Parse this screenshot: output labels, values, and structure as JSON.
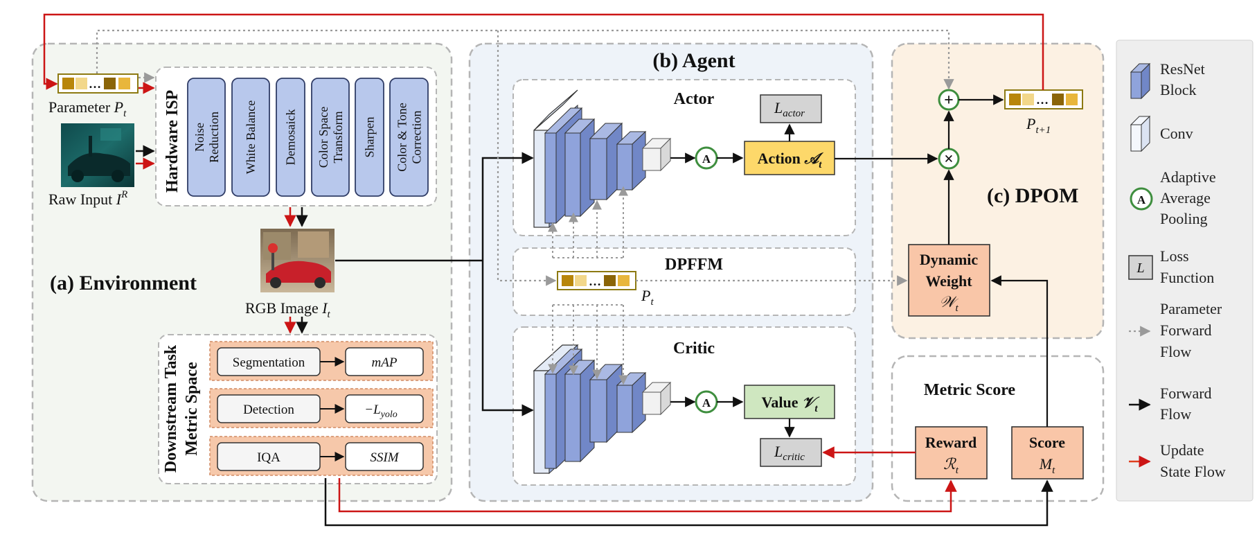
{
  "environment": {
    "title": "(a) Environment",
    "parameter_label": "Parameter ",
    "parameter_symbol": "P",
    "parameter_sub": "t",
    "raw_input_label": "Raw Input ",
    "raw_input_symbol": "I",
    "raw_input_sup": "R",
    "hardware_isp_label": "Hardware ISP",
    "isp_stages": [
      [
        "Noise",
        "Reduction"
      ],
      [
        "White Balance"
      ],
      [
        "Demosaick"
      ],
      [
        "Color Space",
        "Transform"
      ],
      [
        "Sharpen"
      ],
      [
        "Color & Tone",
        "Correction"
      ]
    ],
    "rgb_image_label": "RGB Image ",
    "rgb_symbol": "I",
    "rgb_sub": "t",
    "downstream_label": "Downstream Task",
    "metric_space_label": "Metric Space",
    "tasks": [
      {
        "task": "Segmentation",
        "metric": "mAP"
      },
      {
        "task": "Detection",
        "metric": "−L",
        "metric_sub": "yolo"
      },
      {
        "task": "IQA",
        "metric": "SSIM"
      }
    ]
  },
  "agent": {
    "title": "(b) Agent",
    "actor_label": "Actor",
    "critic_label": "Critic",
    "dpffm_label": "DPFFM",
    "action_label": "Action ",
    "action_symbol": "𝒜",
    "action_sub": "t",
    "value_label": "Value ",
    "value_symbol": "𝒱",
    "value_sub": "t",
    "loss_actor_symbol": "L",
    "loss_actor_sub": "actor",
    "loss_critic_symbol": "L",
    "loss_critic_sub": "critic",
    "dpffm_param_symbol": "P",
    "dpffm_param_sub": "t",
    "pool_glyph": "A"
  },
  "dpom": {
    "title": "(c) DPOM",
    "plus_glyph": "+",
    "times_glyph": "×",
    "next_param_symbol": "P",
    "next_param_sub": "t+1",
    "dynamic_weight_lines": [
      "Dynamic",
      "Weight"
    ],
    "dynamic_weight_symbol": "𝒲",
    "dynamic_weight_sub": "t"
  },
  "metric_score": {
    "title": "Metric Score",
    "reward_label": "Reward",
    "reward_symbol": "ℛ",
    "reward_sub": "t",
    "score_label": "Score",
    "score_symbol": "M",
    "score_sub": "t"
  },
  "legend": {
    "items": [
      {
        "icon": "resnet-block-icon",
        "lines": [
          "ResNet",
          "Block"
        ]
      },
      {
        "icon": "conv-icon",
        "lines": [
          "Conv"
        ]
      },
      {
        "icon": "adaptive-average-pooling-icon",
        "lines": [
          "Adaptive",
          "Average",
          "Pooling"
        ]
      },
      {
        "icon": "loss-function-icon",
        "lines": [
          "Loss",
          "Function"
        ]
      },
      {
        "icon": "parameter-forward-flow-icon",
        "lines": [
          "Parameter",
          "Forward",
          "Flow"
        ]
      },
      {
        "icon": "forward-flow-icon",
        "lines": [
          "Forward",
          "Flow"
        ]
      },
      {
        "icon": "update-state-flow-icon",
        "lines": [
          "Update",
          "State Flow"
        ]
      }
    ],
    "loss_glyph": "L"
  },
  "colors": {
    "env_bg": "#f3f6f1",
    "agent_bg": "#eef3f9",
    "dpom_bg": "#fcf1e3",
    "isp_block": "#b8c8ec",
    "isp_border": "#2f3c66",
    "task_bg": "#f6c8aa",
    "action_fill": "#fdd86a",
    "value_fill": "#cfe7c0",
    "loss_fill": "#d4d4d4",
    "salmon": "#f9c6a8",
    "red_flow": "#cc1515",
    "pool_green": "#3e8e3e",
    "legend_bg": "#eeeeee"
  }
}
